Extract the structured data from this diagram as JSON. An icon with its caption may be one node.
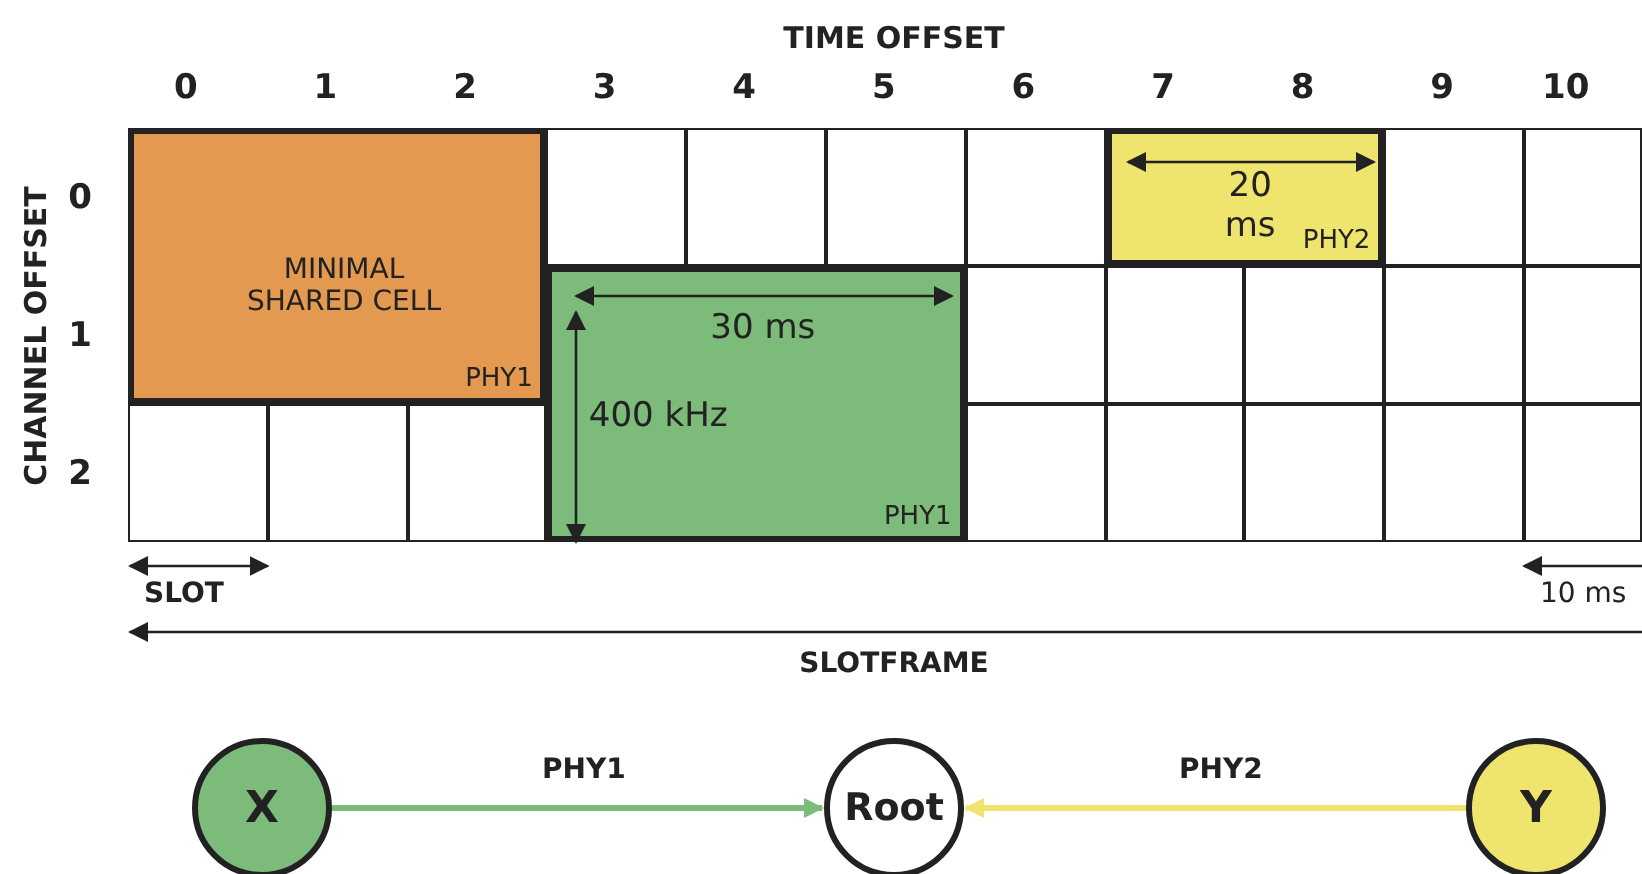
{
  "diagram": {
    "nodes": [
      {
        "text": [
          "MINIMAL SHARED CELL",
          "PHY1"
        ]
      },
      {
        "text": [],
        "shape": "box"
      },
      {
        "text": [],
        "shape": "box"
      },
      {
        "text": [],
        "shape": "box"
      },
      {
        "text": [],
        "shape": "box"
      },
      {
        "text": [
          "20 ms",
          "PHY2"
        ]
      },
      {
        "text": [],
        "shape": "box"
      },
      {
        "text": [],
        "shape": "box"
      },
      {
        "text": [
          "30 ms",
          "400 kHz",
          "PHY1"
        ]
      },
      {
        "text": [],
        "shape": "box"
      },
      {
        "text": [],
        "shape": "box"
      },
      {
        "text": [],
        "shape": "box"
      },
      {
        "text": [],
        "shape": "box"
      },
      {
        "text": [],
        "shape": "box"
      },
      {
        "text": [],
        "shape": "box"
      },
      {
        "text": [],
        "shape": "box"
      },
      {
        "text": [],
        "shape": "box"
      },
      {
        "text": [],
        "shape": "box"
      },
      {
        "text": [],
        "shape": "box"
      },
      {
        "text": [],
        "shape": "box"
      },
      {
        "text": [],
        "shape": "box"
      },
      {
        "text": [],
        "shape": "box"
      },
      {
        "text": [
          "X"
        ]
      },
      {
        "text": [
          "Root"
        ]
      },
      {
        "text": [
          "Y"
        ]
      }
    ],
    "edges": [
      {
        "from": 22,
        "to": 23,
        "arrow": "to",
        "label": "PHY1",
        "color": "#7dbb7a"
      },
      {
        "from": 24,
        "to": 23,
        "arrow": "to",
        "label": "PHY2",
        "color": "#efe56e"
      }
    ],
    "labels": [
      "TIME OFFSET",
      "0",
      "1",
      "2",
      "3",
      "4",
      "5",
      "6",
      "7",
      "8",
      "9",
      "10",
      "CHANNEL OFFSET",
      "0",
      "1",
      "2",
      "SLOT",
      "10 ms",
      "SLOTFRAME"
    ]
  }
}
